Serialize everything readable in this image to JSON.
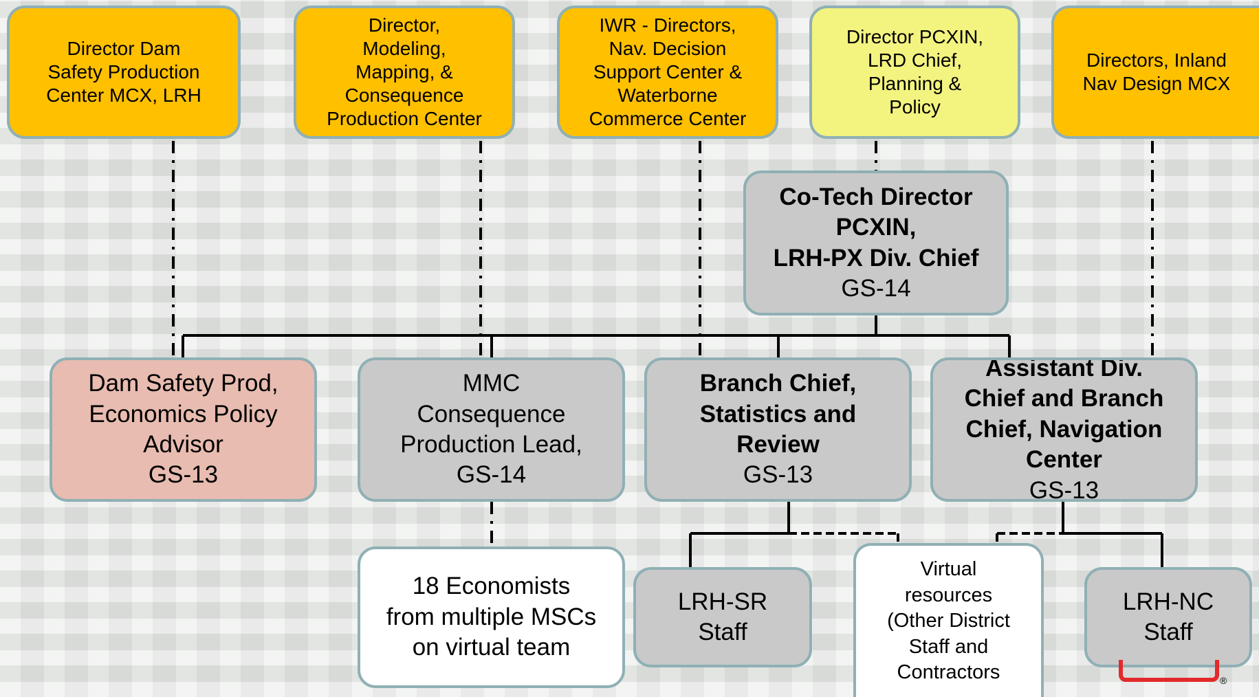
{
  "directors": [
    {
      "text": "Director Dam\nSafety Production\nCenter MCX, LRH"
    },
    {
      "text": "Director,\nModeling,\nMapping, &\nConsequence\nProduction Center"
    },
    {
      "text": "IWR - Directors,\nNav. Decision\nSupport Center &\nWaterborne\nCommerce Center"
    },
    {
      "text": "Director PCXIN,\nLRD Chief,\nPlanning &\nPolicy"
    },
    {
      "text": "Directors, Inland\nNav Design MCX"
    }
  ],
  "cotech": {
    "title": "Co-Tech Director\nPCXIN,\nLRH-PX Div. Chief",
    "grade": "GS-14"
  },
  "positions": [
    {
      "title": "",
      "text": "Dam Safety Prod,\nEconomics Policy\nAdvisor",
      "grade": "GS-13"
    },
    {
      "title": "",
      "text": "MMC\nConsequence\nProduction Lead,",
      "grade": "GS-14"
    },
    {
      "title": "Branch Chief,\nStatistics and\nReview",
      "text": "",
      "grade": "GS-13"
    },
    {
      "title": "Assistant Div.\nChief and Branch\nChief, Navigation\nCenter",
      "text": "",
      "grade": "GS-13"
    }
  ],
  "staff": {
    "economists": "18 Economists\nfrom multiple MSCs\non virtual team",
    "sr": "LRH-SR\nStaff",
    "virtual": "Virtual\nresources\n(Other District\nStaff and\nContractors",
    "nc": "LRH-NC\nStaff"
  },
  "colors": {
    "director": "#ffc000",
    "director_highlight": "#f3f380",
    "position": "#c9c9c9",
    "advisor": "#e8bcb0",
    "border": "#8fb0b5",
    "logo": "#e32a2a"
  },
  "logo_mark": "®"
}
